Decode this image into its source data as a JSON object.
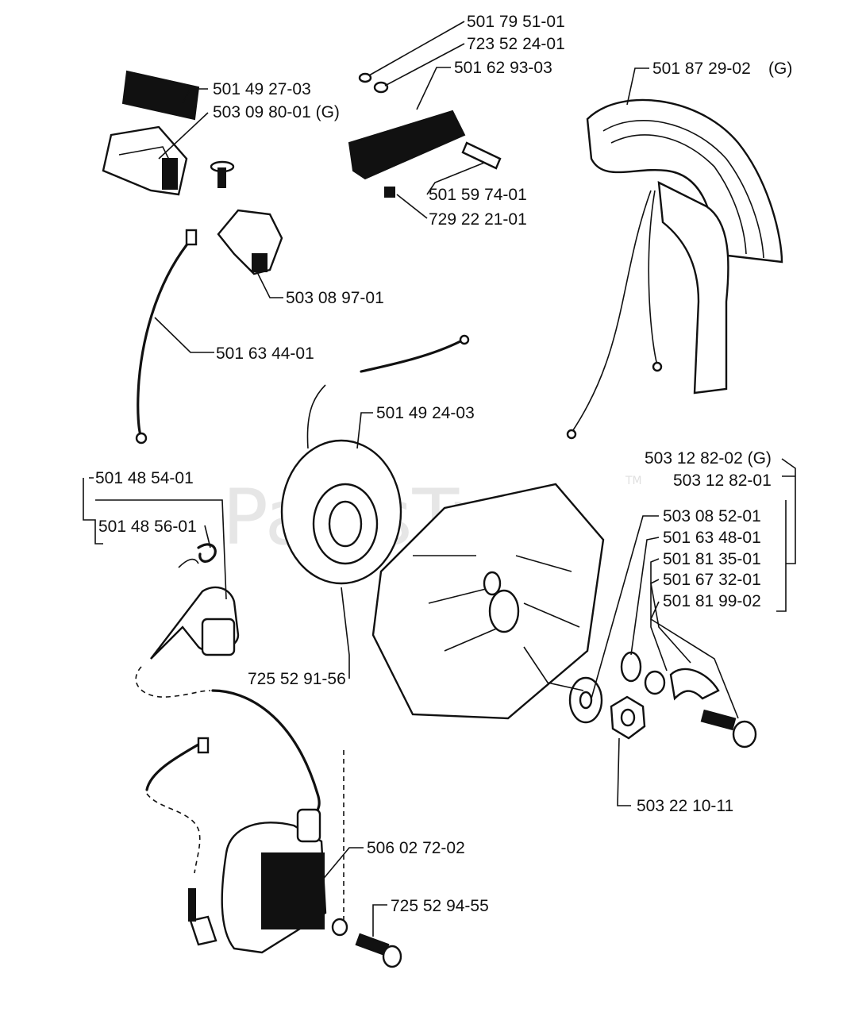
{
  "watermark": {
    "text": "PartsTree",
    "tm": "TM"
  },
  "labels": {
    "p501795101": "501 79 51-01",
    "p723522401": "723 52 24-01",
    "p501629303": "501 62 93-03",
    "p501872902": "501 87 29-02",
    "p501872902_g": "(G)",
    "p501492703": "501 49 27-03",
    "p503098001": "503 09 80-01 (G)",
    "p501597401": "501 59 74-01",
    "p729222101": "729 22 21-01",
    "p503089701": "503 08 97-01",
    "p501634401": "501 63 44-01",
    "p501492403": "501 49 24-03",
    "p503128202g": "503 12 82-02 (G)",
    "p503128201": "503 12 82-01",
    "p501485401": "501 48 54-01",
    "p501485601": "501 48 56-01",
    "p503085201": "503 08 52-01",
    "p501634801": "501 63 48-01",
    "p501813501": "501 81 35-01",
    "p501673201": "501 67 32-01",
    "p501819902": "501 81 99-02",
    "p725529156": "725 52 91-56",
    "p503221011": "503 22 10-11",
    "p506027202": "506 02 72-02",
    "p725529455": "725 52 94-55"
  }
}
